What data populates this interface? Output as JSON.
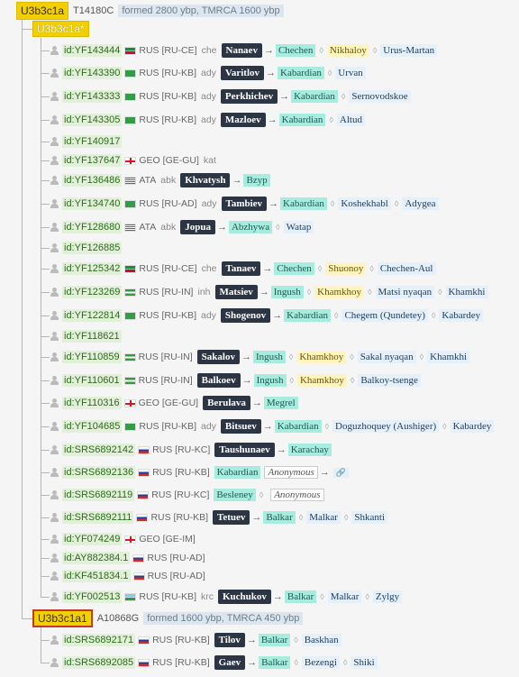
{
  "tree": {
    "root": {
      "label": "U3b3c1a",
      "snp": "T14180C",
      "age": "formed 2800 ybp, TMRCA 1600 ybp"
    },
    "child_a": {
      "label": "U3b3c1a*"
    },
    "child_b": {
      "label": "U3b3c1a1",
      "snp": "A10868G",
      "age": "formed 1600 ybp, TMRCA 450 ybp"
    }
  },
  "arrow": "→",
  "diamond": "◊",
  "link_icon": "🔗",
  "samples_a": [
    {
      "id": "id:YF143444",
      "flag": "ce",
      "loc": "RUS [RU-CE]",
      "lang": "che",
      "name": "Nanaev",
      "eth": "Chechen",
      "items": [
        {
          "k": "sub",
          "v": "Nikhaloy"
        },
        {
          "k": "place",
          "v": "Urus-Martan"
        }
      ]
    },
    {
      "id": "id:YF143390",
      "flag": "kb2",
      "loc": "RUS [RU-KB]",
      "lang": "ady",
      "name": "Varitlov",
      "eth": "Kabardian",
      "items": [
        {
          "k": "place",
          "v": "Urvan"
        }
      ]
    },
    {
      "id": "id:YF143333",
      "flag": "kb2",
      "loc": "RUS [RU-KB]",
      "lang": "ady",
      "name": "Perkhichev",
      "eth": "Kabardian",
      "items": [
        {
          "k": "place",
          "v": "Sernovodskoe"
        }
      ]
    },
    {
      "id": "id:YF143305",
      "flag": "kb2",
      "loc": "RUS [RU-KB]",
      "lang": "ady",
      "name": "Mazloev",
      "eth": "Kabardian",
      "items": [
        {
          "k": "place",
          "v": "Altud"
        }
      ]
    },
    {
      "id": "id:YF140917"
    },
    {
      "id": "id:YF137647",
      "flag": "ge",
      "loc": "GEO [GE-GU]",
      "lang": "kat"
    },
    {
      "id": "id:YF136486",
      "flag": "abk",
      "loc": "ATA",
      "lang": "abk",
      "name": "Khvatysh",
      "eth": "Bzyp",
      "items": []
    },
    {
      "id": "id:YF134740",
      "flag": "kb2",
      "loc": "RUS [RU-AD]",
      "lang": "ady",
      "name": "Tambiev",
      "eth": "Kabardian",
      "items": [
        {
          "k": "place",
          "v": "Koshekhabl"
        },
        {
          "k": "place",
          "v": "Adygea"
        }
      ]
    },
    {
      "id": "id:YF128680",
      "flag": "abk",
      "loc": "ATA",
      "lang": "abk",
      "name": "Jopua",
      "eth": "Abzhywa",
      "items": [
        {
          "k": "place",
          "v": "Watap"
        }
      ]
    },
    {
      "id": "id:YF126885"
    },
    {
      "id": "id:YF125342",
      "flag": "ce",
      "loc": "RUS [RU-CE]",
      "lang": "che",
      "name": "Tanaev",
      "eth": "Chechen",
      "items": [
        {
          "k": "sub",
          "v": "Shuonoy"
        },
        {
          "k": "place",
          "v": "Chechen-Aul"
        }
      ]
    },
    {
      "id": "id:YF123269",
      "flag": "in",
      "loc": "RUS [RU-IN]",
      "lang": "inh",
      "name": "Matsiev",
      "eth": "Ingush",
      "items": [
        {
          "k": "sub",
          "v": "Khamkhoy"
        },
        {
          "k": "place",
          "v": "Matsi nyaqan"
        },
        {
          "k": "place",
          "v": "Khamkhi"
        }
      ]
    },
    {
      "id": "id:YF122814",
      "flag": "kb2",
      "loc": "RUS [RU-KB]",
      "lang": "ady",
      "name": "Shogenov",
      "eth": "Kabardian",
      "items": [
        {
          "k": "place",
          "v": "Chegem (Qundetey)"
        },
        {
          "k": "place",
          "v": "Kabardey"
        }
      ]
    },
    {
      "id": "id:YF118621"
    },
    {
      "id": "id:YF110859",
      "flag": "in",
      "loc": "RUS [RU-IN]",
      "lang": "",
      "name": "Sakalov",
      "eth": "Ingush",
      "items": [
        {
          "k": "sub",
          "v": "Khamkhoy"
        },
        {
          "k": "place",
          "v": "Sakal nyaqan"
        },
        {
          "k": "place",
          "v": "Khamkhi"
        }
      ]
    },
    {
      "id": "id:YF110601",
      "flag": "in",
      "loc": "RUS [RU-IN]",
      "lang": "",
      "name": "Balkoev",
      "eth": "Ingush",
      "items": [
        {
          "k": "sub",
          "v": "Khamkhoy"
        },
        {
          "k": "place",
          "v": "Balkoy-tsenge"
        }
      ]
    },
    {
      "id": "id:YF110316",
      "flag": "ge",
      "loc": "GEO [GE-GU]",
      "lang": "",
      "name": "Berulava",
      "eth": "Megrel",
      "items": []
    },
    {
      "id": "id:YF104685",
      "flag": "kb2",
      "loc": "RUS [RU-KB]",
      "lang": "ady",
      "name": "Bitsuev",
      "eth": "Kabardian",
      "items": [
        {
          "k": "place",
          "v": "Doguzhoquey (Aushiger)"
        },
        {
          "k": "place",
          "v": "Kabardey"
        }
      ]
    },
    {
      "id": "id:SRS6892142",
      "flag": "ru",
      "loc": "RUS [RU-KC]",
      "lang": "",
      "name": "Taushunaev",
      "eth": "Karachay",
      "items": []
    },
    {
      "id": "id:SRS6892136",
      "flag": "ru",
      "loc": "RUS [RU-KB]",
      "lang": "",
      "eth_only": "Kabardian",
      "anon": "Anonymous",
      "link": true
    },
    {
      "id": "id:SRS6892119",
      "flag": "ru",
      "loc": "RUS [RU-KC]",
      "lang": "",
      "eth_only": "Besleney",
      "anon": "Anonymous"
    },
    {
      "id": "id:SRS6892111",
      "flag": "ru",
      "loc": "RUS [RU-KB]",
      "lang": "",
      "name": "Tetuev",
      "eth": "Balkar",
      "items": [
        {
          "k": "place",
          "v": "Malkar"
        },
        {
          "k": "place",
          "v": "Shkanti"
        }
      ]
    },
    {
      "id": "id:YF074249",
      "flag": "ge",
      "loc": "GEO [GE-IM]",
      "lang": ""
    },
    {
      "id": "id:AY882384.1",
      "flag": "ru",
      "loc": "RUS [RU-AD]",
      "lang": ""
    },
    {
      "id": "id:KF451834.1",
      "flag": "ru",
      "loc": "RUS [RU-AD]",
      "lang": ""
    },
    {
      "id": "id:YF002513",
      "flag": "krc",
      "loc": "RUS [RU-KB]",
      "lang": "krc",
      "name": "Kuchukov",
      "eth": "Balkar",
      "items": [
        {
          "k": "place",
          "v": "Malkar"
        },
        {
          "k": "place",
          "v": "Zylgy"
        }
      ]
    }
  ],
  "samples_b": [
    {
      "id": "id:SRS6892171",
      "flag": "ru",
      "loc": "RUS [RU-KB]",
      "lang": "",
      "name": "Tilov",
      "eth": "Balkar",
      "items": [
        {
          "k": "place",
          "v": "Baskhan"
        }
      ]
    },
    {
      "id": "id:SRS6892085",
      "flag": "ru",
      "loc": "RUS [RU-KB]",
      "lang": "",
      "name": "Gaev",
      "eth": "Balkar",
      "items": [
        {
          "k": "place",
          "v": "Bezengi"
        },
        {
          "k": "place",
          "v": "Shiki"
        }
      ]
    }
  ]
}
